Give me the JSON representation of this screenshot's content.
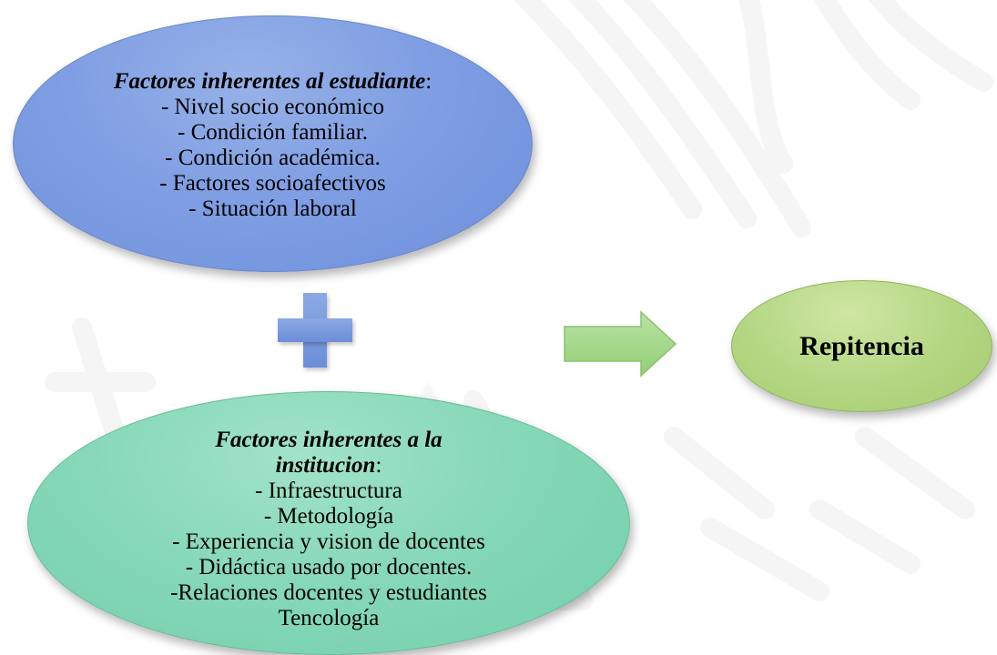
{
  "student_block": {
    "title": "Factores inherentes al estudiante",
    "colon": ":",
    "items": [
      "- Nivel socio económico",
      "- Condición familiar.",
      "- Condición académica.",
      "- Factores socioafectivos",
      "- Situación laboral"
    ]
  },
  "institution_block": {
    "title": "Factores inherentes a la institucion",
    "colon": ":",
    "items": [
      "- Infraestructura",
      "- Metodología",
      "- Experiencia  y vision de docentes",
      "- Didáctica usado por docentes.",
      "-Relaciones docentes y estudiantes",
      "Tencología"
    ]
  },
  "result": {
    "label": "Repitencia"
  },
  "colors": {
    "student_fill": "#7f9ee3",
    "institution_fill": "#86d8b8",
    "result_fill": "#b5d784",
    "plus_fill": "#7a9be0",
    "arrow_fill": "#a6d98c",
    "watermark": "#c9c9c9"
  }
}
